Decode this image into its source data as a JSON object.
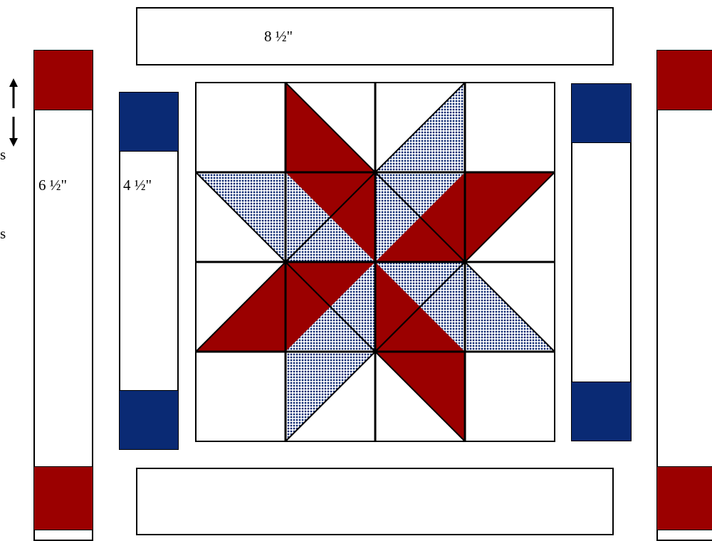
{
  "labels": {
    "top_strip": "8 ½\"",
    "outer_strip": "6 ½\"",
    "inner_strip": "4 ½\"",
    "left_cut_1": "s",
    "left_cut_2": "s"
  },
  "colors": {
    "red": "#9b0000",
    "navy": "#0a2a74",
    "blue_print": "#2b4f8f",
    "white": "#ffffff",
    "outline": "#000000"
  },
  "icons": [
    "up-arrow-icon",
    "down-arrow-icon"
  ]
}
